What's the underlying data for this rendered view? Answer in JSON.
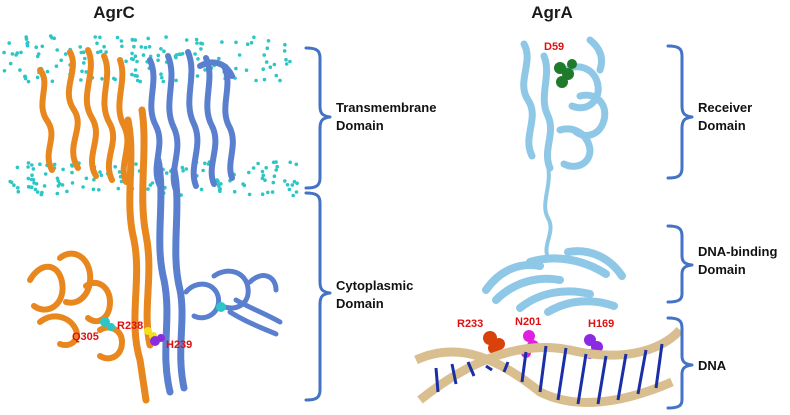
{
  "titles": {
    "left": "AgrC",
    "right": "AgrA"
  },
  "domains": {
    "agrc_transmembrane": [
      "Transmembrane",
      "Domain"
    ],
    "agrc_cytoplasmic": [
      "Cytoplasmic",
      "Domain"
    ],
    "agra_receiver": [
      "Receiver",
      "Domain"
    ],
    "agra_dna_binding": [
      "DNA-binding",
      "Domain"
    ],
    "agra_dna": [
      "DNA"
    ]
  },
  "residues": {
    "d59": "D59",
    "q305": "Q305",
    "r238": "R238",
    "h239": "H239",
    "r233": "R233",
    "n201": "N201",
    "h169": "H169"
  },
  "colors": {
    "orange_chain": "#e8871e",
    "blue_chain": "#5b7fcf",
    "light_blue_chain": "#8ec8e6",
    "membrane_beads": "#2cc6c6",
    "brace": "#4472c4",
    "label_red": "#e01010",
    "green_atoms": "#1f7a2a",
    "magenta_atoms": "#e020e0",
    "purple_atoms": "#8a2be2",
    "orange_red_atoms": "#d9420b",
    "yellow_atoms": "#f0e020",
    "dna_tan": "#d9bf8f",
    "dna_blue": "#1a2ea8"
  }
}
